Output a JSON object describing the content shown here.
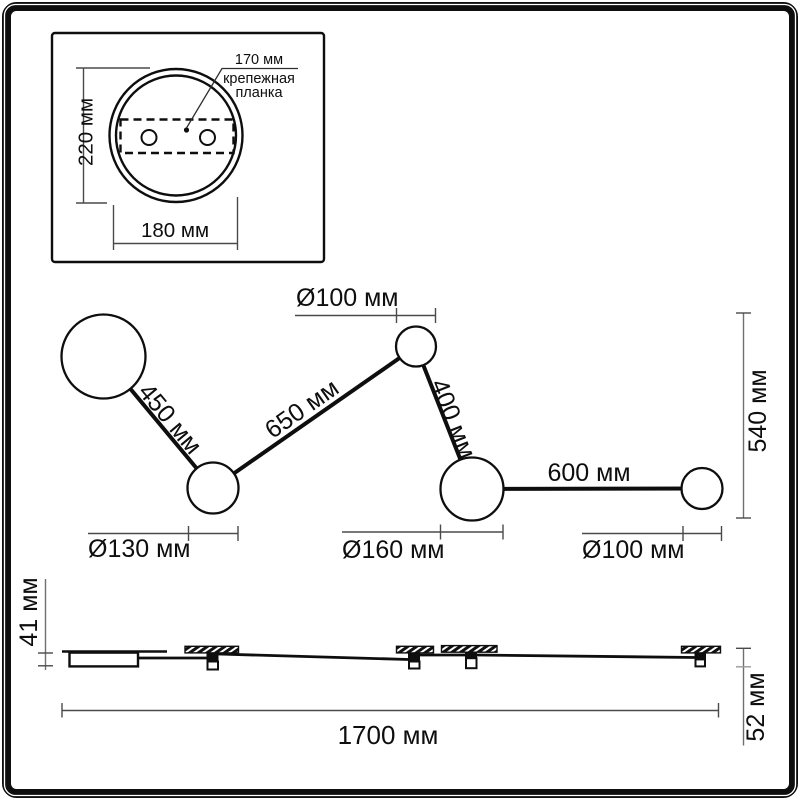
{
  "colors": {
    "ink": "#0e0e0e",
    "dim_line": "#4a4a4a",
    "dim_tick_light": "#9a9a9a",
    "background": "#ffffff"
  },
  "inset": {
    "offset_label": "170 мм",
    "bracket_name_line1": "крепежная",
    "bracket_name_line2": "планка",
    "height_label": "220 мм",
    "width_label": "180 мм"
  },
  "plan": {
    "head_top_diameter": "Ø100 мм",
    "arm_450": "450 мм",
    "arm_650": "650 мм",
    "arm_400": "400 мм",
    "arm_600": "600 мм",
    "overall_height": "540 мм",
    "head_left_diameter": "Ø130 мм",
    "head_mid_diameter": "Ø160 мм",
    "head_right_diameter": "Ø100 мм"
  },
  "side": {
    "canopy_height": "41 мм",
    "overall_length": "1700 мм",
    "head_height": "52 мм"
  }
}
